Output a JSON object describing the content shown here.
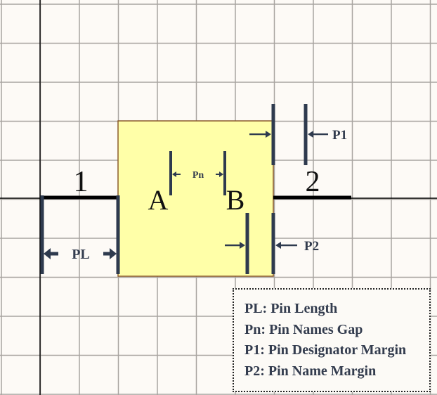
{
  "colors": {
    "grid": "#a8a4a0",
    "body_fill": "#ffffa8",
    "body_border": "#8a5a2a",
    "marker": "#2e3a4e",
    "pin": "#000000"
  },
  "pins": {
    "left_designator": "1",
    "right_designator": "2",
    "left_name": "A",
    "right_name": "B"
  },
  "markers": {
    "pl": "PL",
    "pn": "Pn",
    "p1": "P1",
    "p2": "P2"
  },
  "legend": {
    "items": [
      "PL: Pin Length",
      "Pn: Pin Names Gap",
      "P1: Pin Designator Margin",
      "P2: Pin Name Margin"
    ]
  }
}
